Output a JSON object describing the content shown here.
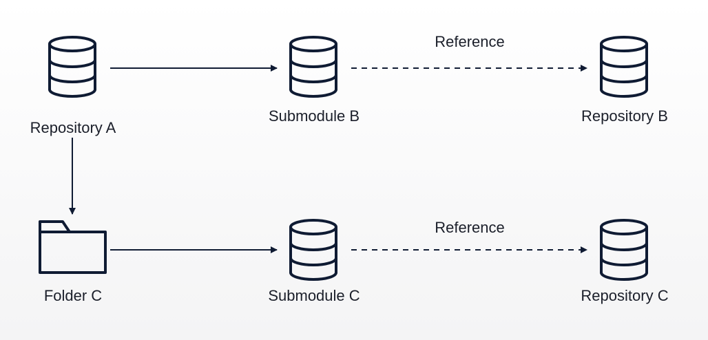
{
  "diagram": {
    "colors": {
      "stroke": "#0f1b33",
      "background": "#ffffff"
    },
    "nodes": {
      "repo_a": {
        "label": "Repository A",
        "icon": "database-icon"
      },
      "sub_b": {
        "label": "Submodule B",
        "icon": "database-icon"
      },
      "repo_b": {
        "label": "Repository B",
        "icon": "database-icon"
      },
      "folder_c": {
        "label": "Folder C",
        "icon": "folder-icon"
      },
      "sub_c": {
        "label": "Submodule C",
        "icon": "database-icon"
      },
      "repo_c": {
        "label": "Repository C",
        "icon": "database-icon"
      }
    },
    "edges": [
      {
        "from": "repo_a",
        "to": "sub_b",
        "style": "solid",
        "label": ""
      },
      {
        "from": "sub_b",
        "to": "repo_b",
        "style": "dashed",
        "label": "Reference"
      },
      {
        "from": "repo_a",
        "to": "folder_c",
        "style": "solid",
        "label": ""
      },
      {
        "from": "folder_c",
        "to": "sub_c",
        "style": "solid",
        "label": ""
      },
      {
        "from": "sub_c",
        "to": "repo_c",
        "style": "dashed",
        "label": "Reference"
      }
    ]
  }
}
